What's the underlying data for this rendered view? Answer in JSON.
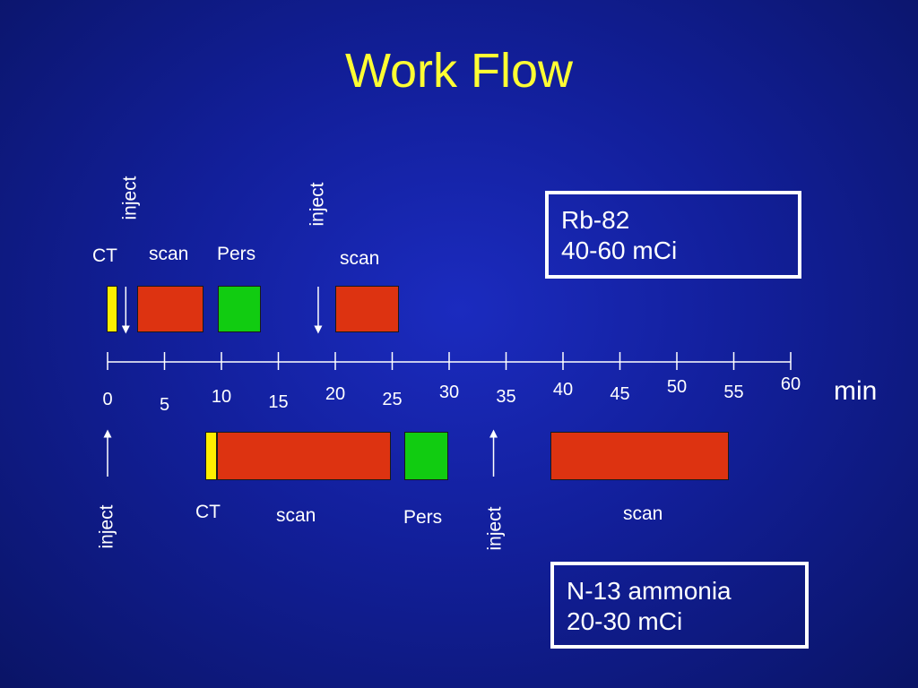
{
  "title": "Work Flow",
  "colors": {
    "title": "#ffff33",
    "scan": "#dd3311",
    "perfusion": "#11cc11",
    "ct": "#ffee00",
    "line": "#ffffff"
  },
  "axis": {
    "unit": "min",
    "ticks": [
      0,
      5,
      10,
      15,
      20,
      25,
      30,
      35,
      40,
      45,
      50,
      55,
      60
    ],
    "tick_labels": [
      "0",
      "5",
      "10",
      "15",
      "20",
      "25",
      "30",
      "35",
      "40",
      "45",
      "50",
      "55",
      "60"
    ]
  },
  "top_track": {
    "box_line1": "Rb-82",
    "box_line2": "40-60 mCi",
    "labels": {
      "ct": "CT",
      "scan1": "scan",
      "pers": "Pers",
      "scan2": "scan",
      "inject1": "inject",
      "inject2": "inject"
    },
    "segments": [
      {
        "kind": "ct",
        "start": -0.1,
        "end": 0.9
      },
      {
        "kind": "scan",
        "start": 2.6,
        "end": 8.4
      },
      {
        "kind": "perfusion",
        "start": 9.7,
        "end": 13.5
      },
      {
        "kind": "scan",
        "start": 20.0,
        "end": 25.6
      }
    ],
    "injections": [
      1.6,
      18.5
    ]
  },
  "bottom_track": {
    "box_line1": "N-13 ammonia",
    "box_line2": "20-30 mCi",
    "labels": {
      "ct": "CT",
      "scan1": "scan",
      "pers": "Pers",
      "inject1": "inject",
      "inject2": "inject",
      "scan2": "scan"
    },
    "segments": [
      {
        "kind": "ct",
        "start": 8.6,
        "end": 9.6
      },
      {
        "kind": "scan",
        "start": 9.6,
        "end": 24.9
      },
      {
        "kind": "perfusion",
        "start": 26.1,
        "end": 29.9
      },
      {
        "kind": "scan",
        "start": 38.9,
        "end": 54.6
      }
    ],
    "injections": [
      0,
      33.9
    ]
  }
}
